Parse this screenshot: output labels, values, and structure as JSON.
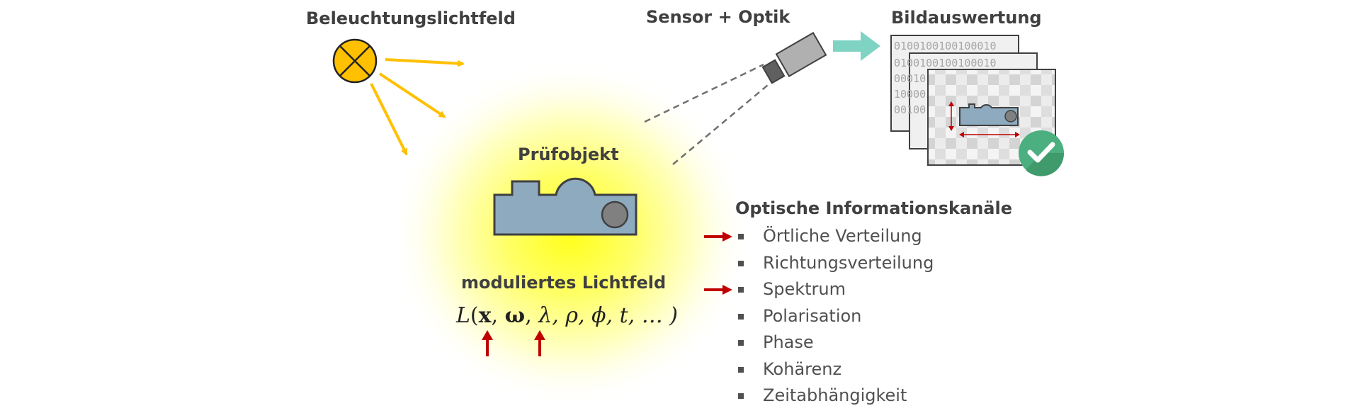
{
  "illumination": {
    "title": "Beleuchtungslichtfeld",
    "lamp_icon": "lamp-cross-icon"
  },
  "sensor": {
    "title": "Sensor + Optik",
    "camera_icon": "camera-icon"
  },
  "evaluation": {
    "title": "Bildauswertung",
    "binary_rows": [
      "0100100100100010",
      "0100100100100010",
      "00010",
      "10000",
      "00100"
    ],
    "check_icon": "check-circle-icon"
  },
  "object": {
    "title": "Prüfobjekt"
  },
  "lightfield": {
    "title": "moduliertes Lichtfeld",
    "formula": {
      "func": "L",
      "open": "(",
      "x": "x",
      "omega": "ω",
      "lambda": "λ",
      "rest": ", ρ, ϕ, t, … )"
    }
  },
  "channels": {
    "title": "Optische Informationskanäle",
    "items": [
      {
        "label": "Örtliche Verteilung",
        "highlighted": true
      },
      {
        "label": "Richtungsverteilung",
        "highlighted": false
      },
      {
        "label": "Spektrum",
        "highlighted": true
      },
      {
        "label": "Polarisation",
        "highlighted": false
      },
      {
        "label": "Phase",
        "highlighted": false
      },
      {
        "label": "Kohärenz",
        "highlighted": false
      },
      {
        "label": "Zeitabhängigkeit",
        "highlighted": false
      }
    ]
  },
  "colors": {
    "glow": "#ffff1a",
    "ray": "#ffc000",
    "object_fill": "#8eaabf",
    "object_stroke": "#404040",
    "arrow_red": "#c00000",
    "arrow_teal": "#7fd3c3",
    "check_green": "#4caf7f"
  }
}
